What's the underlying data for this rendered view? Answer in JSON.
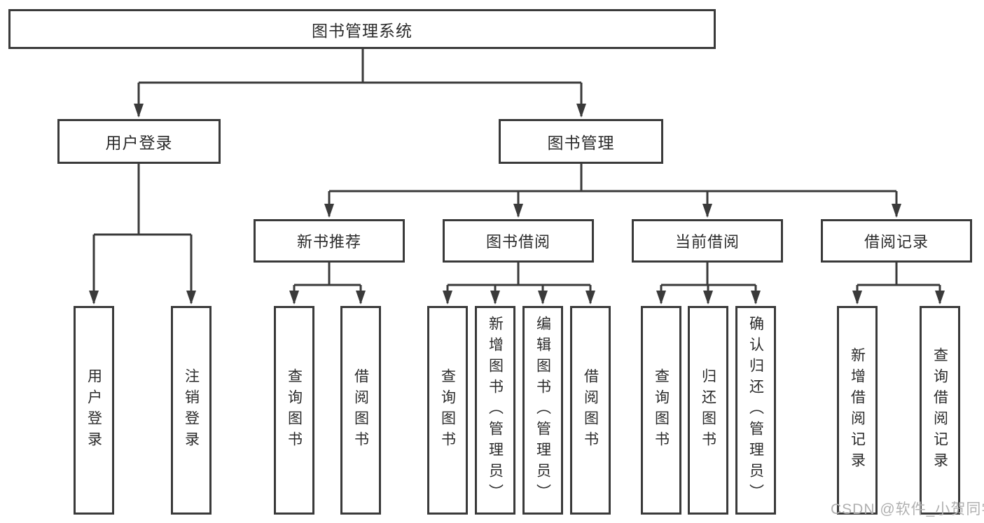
{
  "diagram": {
    "watermark": "CSDN @软件_小贺同学",
    "colors": {
      "line": "#3a3a3a",
      "box_border": "#3a3a3a",
      "text": "#2b2b2b",
      "background": "#ffffff",
      "watermark": "#b0b0b0"
    },
    "tree": {
      "root": {
        "label": "图书管理系统",
        "children": [
          {
            "label": "用户登录",
            "children": [
              {
                "label": "用户登录"
              },
              {
                "label": "注销登录"
              }
            ]
          },
          {
            "label": "图书管理",
            "children": [
              {
                "label": "新书推荐",
                "children": [
                  {
                    "label": "查询图书"
                  },
                  {
                    "label": "借阅图书"
                  }
                ]
              },
              {
                "label": "图书借阅",
                "children": [
                  {
                    "label": "查询图书"
                  },
                  {
                    "label": "新增图书（管理员）"
                  },
                  {
                    "label": "编辑图书（管理员）"
                  },
                  {
                    "label": "借阅图书"
                  }
                ]
              },
              {
                "label": "当前借阅",
                "children": [
                  {
                    "label": "查询图书"
                  },
                  {
                    "label": "归还图书"
                  },
                  {
                    "label": "确认归还（管理员）"
                  }
                ]
              },
              {
                "label": "借阅记录",
                "children": [
                  {
                    "label": "新增借阅记录"
                  },
                  {
                    "label": "查询借阅记录"
                  }
                ]
              }
            ]
          }
        ]
      }
    }
  }
}
